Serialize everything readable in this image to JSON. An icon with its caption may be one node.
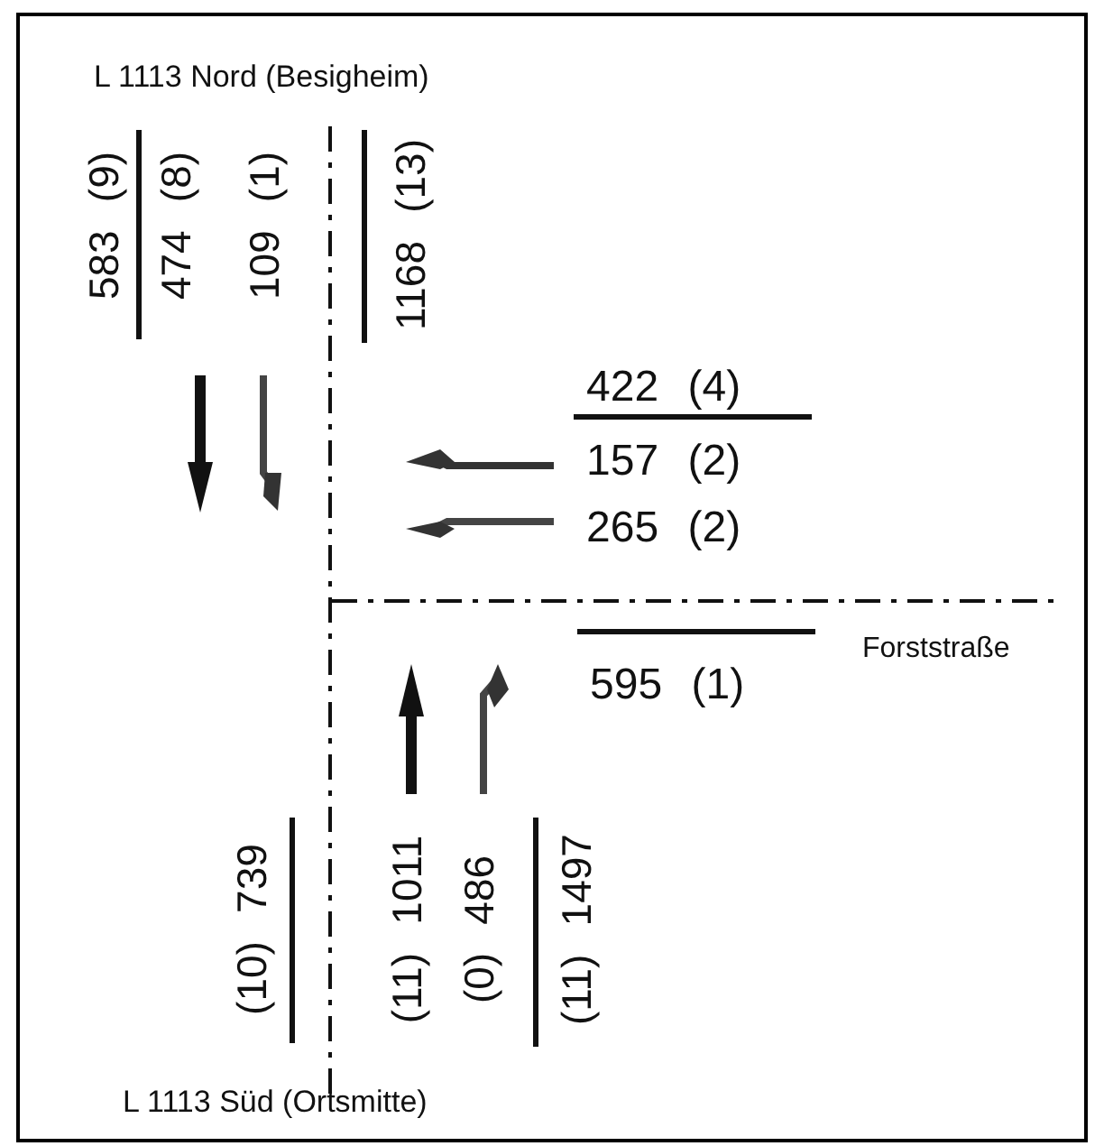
{
  "diagram": {
    "labels": [
      "L 1113 Nord (Besigheim)",
      "583 (9)",
      "474 (8)",
      "109 (1)",
      "1168 (13)",
      "422 (4)",
      "157 (2)",
      "265 (2)",
      "Forststraße",
      "595 (1)",
      "(10) 739",
      "(11) 1011",
      "(0) 486",
      "(11) 1497",
      "L 1113 Süd (Ortsmitte)"
    ]
  }
}
